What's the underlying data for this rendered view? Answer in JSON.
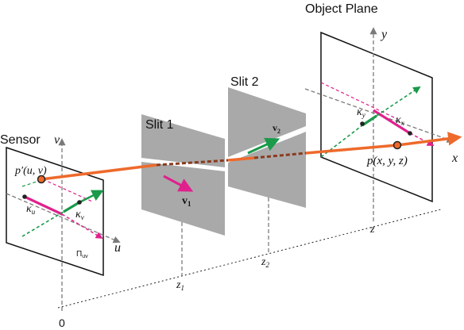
{
  "labels": {
    "object_plane": "Object Plane",
    "slit1": "Slit 1",
    "slit2": "Slit 2",
    "sensor": "Sensor",
    "sensor_v": "v",
    "sensor_u": "u",
    "sensor_point": "p′(u, v)",
    "kappa_u": "κ",
    "kappa_u_sub": "u",
    "kappa_v": "κ",
    "kappa_v_sub": "v",
    "pi_uv": "Π",
    "pi_uv_sub": "uv",
    "v1": "v",
    "v1_sub": "1",
    "v2": "v",
    "v2_sub": "2",
    "y_axis": "y",
    "x_axis": "x",
    "kappa_x": "κ",
    "kappa_x_sub": "x",
    "kappa_y": "κ",
    "kappa_y_sub": "y",
    "object_point": "p(x, y, z)",
    "z": "z",
    "z1": "z",
    "z1_sub": "1",
    "z2": "z",
    "z2_sub": "2",
    "origin": "0"
  },
  "colors": {
    "ray": "#ee6a2c",
    "ray_dark": "#8b3a1e",
    "magenta": "#e0208c",
    "green": "#1a9a4a",
    "slit": "#a9a9a9",
    "axis": "#7a7a7a"
  }
}
